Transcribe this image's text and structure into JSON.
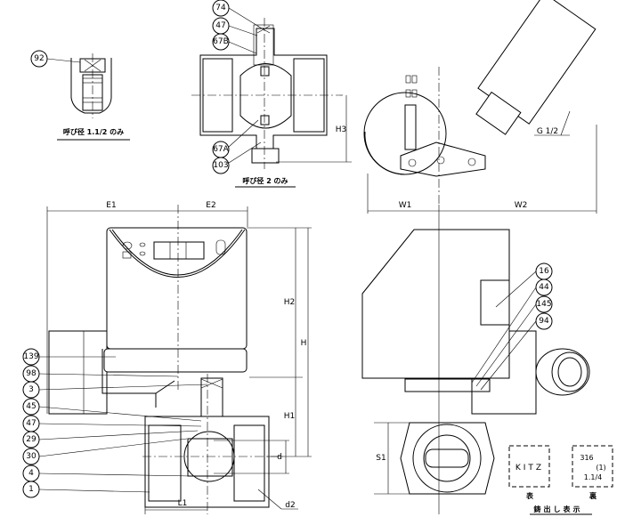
{
  "detail_views": {
    "detail_1_1_2": {
      "caption": "呼び径 1.1/2 のみ",
      "callouts": [
        "92"
      ]
    },
    "detail_2": {
      "caption": "呼び径 2 のみ",
      "callouts": [
        "74",
        "47",
        "67B",
        "67A",
        "103"
      ],
      "dimension": "H3"
    }
  },
  "top_view": {
    "dimensions": [
      "W1",
      "W2"
    ],
    "thread_label": "G 1/2"
  },
  "front_view": {
    "dimensions": {
      "e1": "E1",
      "e2": "E2",
      "h": "H",
      "h1": "H1",
      "h2": "H2",
      "d": "d",
      "d2": "d2",
      "l1": "L1"
    },
    "callouts": [
      "139",
      "98",
      "3",
      "45",
      "47",
      "29",
      "30",
      "4",
      "1"
    ]
  },
  "side_view": {
    "dimension": "S1",
    "callouts": [
      "16",
      "44",
      "145",
      "94"
    ]
  },
  "casting_marks": {
    "caption": "鋳出し表示",
    "front": {
      "text": "KITZ",
      "label": "表"
    },
    "back": {
      "lines": [
        "316",
        "(1)",
        "1.1/4"
      ],
      "label": "裏"
    }
  }
}
